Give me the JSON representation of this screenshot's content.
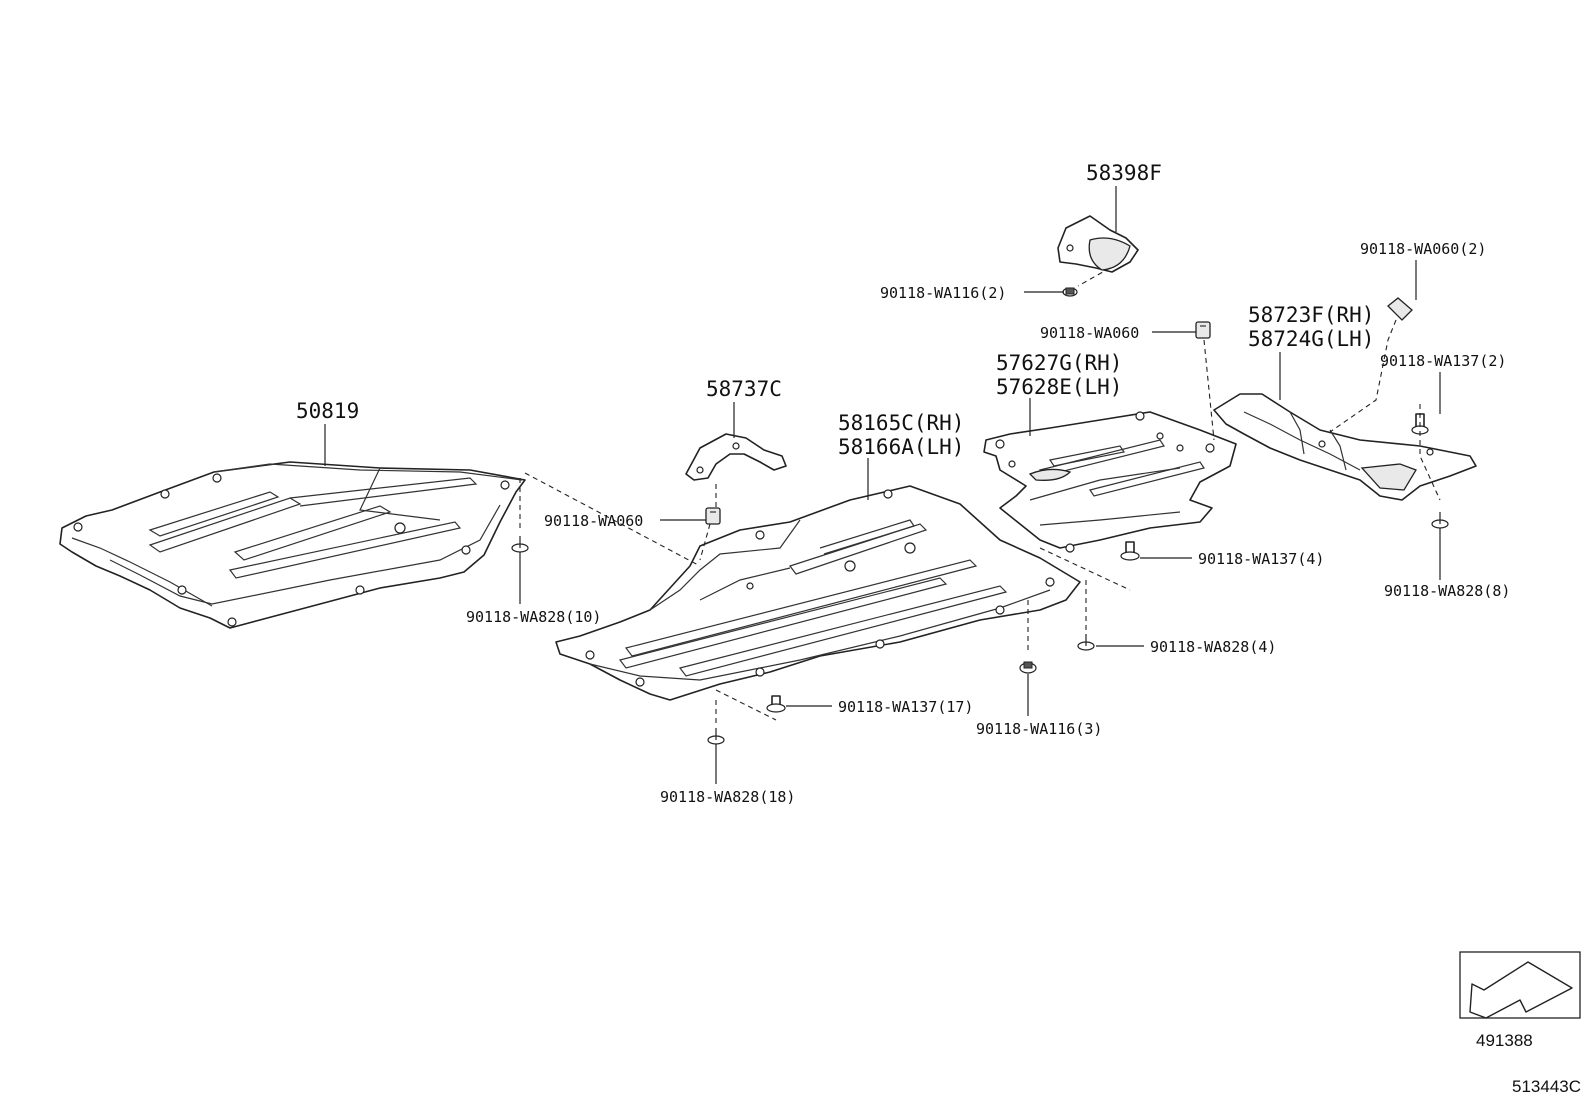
{
  "labels": {
    "p50819": "50819",
    "p58737c": "58737C",
    "p58165c": "58165C(RH)",
    "p58166a": "58166A(LH)",
    "p58398f": "58398F",
    "p57627g": "57627G(RH)",
    "p57628e": "57628E(LH)",
    "p58723f": "58723F(RH)",
    "p58724g": "58724G(LH)",
    "f_wa116_2": "90118-WA116(2)",
    "f_wa060_mid": "90118-WA060",
    "f_wa060_2": "90118-WA060(2)",
    "f_wa137_2": "90118-WA137(2)",
    "f_wa060_left": "90118-WA060",
    "f_wa137_4": "90118-WA137(4)",
    "f_wa828_10": "90118-WA828(10)",
    "f_wa828_4": "90118-WA828(4)",
    "f_wa828_8": "90118-WA828(8)",
    "f_wa137_17": "90118-WA137(17)",
    "f_wa116_3": "90118-WA116(3)",
    "f_wa828_18": "90118-WA828(18)"
  },
  "reference": {
    "inset_number": "491388",
    "diagram_number": "513443C"
  }
}
